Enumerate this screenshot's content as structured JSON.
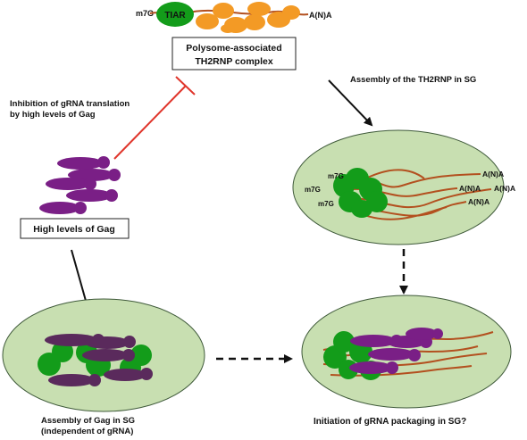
{
  "polysome": {
    "box_line1": "Polysome-associated",
    "box_line2": "TH2RNP complex",
    "cap": "m7G",
    "tiar": "TIAR",
    "polya": "A(N)A"
  },
  "sg_top": {
    "caps": [
      "m7G",
      "m7G",
      "m7G"
    ],
    "polyas": [
      "A(N)A",
      "A(N)A",
      "A(N)A",
      "A(N)A"
    ]
  },
  "labels": {
    "inhibition_line1": "Inhibition of gRNA translation",
    "inhibition_line2": "by high levels of Gag",
    "assembly_th2rnp": "Assembly of the TH2RNP in SG",
    "high_gag": "High levels of Gag",
    "assembly_gag_line1": "Assembly of Gag in SG",
    "assembly_gag_line2": "(independent of gRNA)",
    "initiation": "Initiation of gRNA packaging in SG?"
  },
  "colors": {
    "sg_fill": "#c8dfb1",
    "sg_stroke": "#3f5a3a",
    "tiar_green": "#139c1a",
    "ribosome_orange": "#f39a25",
    "rna_brown": "#b3501f",
    "gag_purple": "#7a1f86",
    "gag_dark": "#5a2a5c",
    "inhibit_red": "#e0352b"
  }
}
